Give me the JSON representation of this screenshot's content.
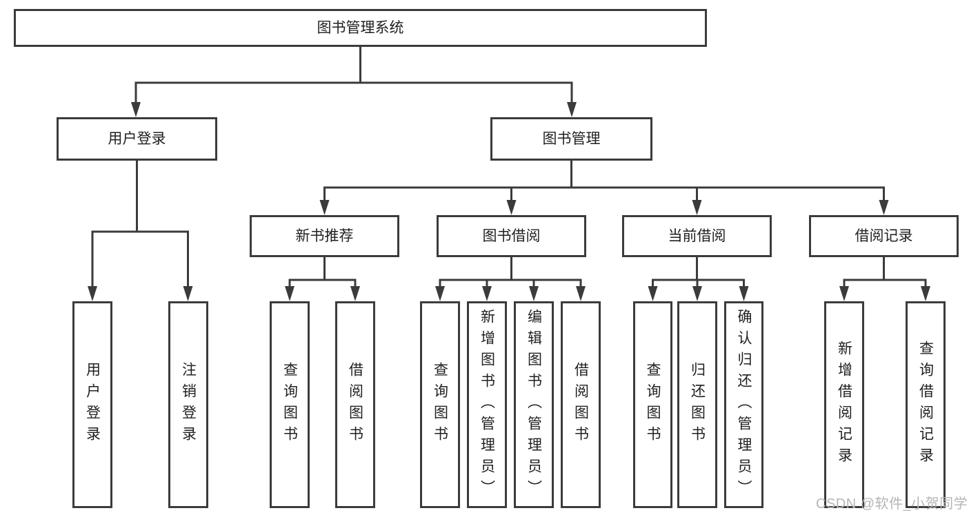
{
  "tree": {
    "label": "图书管理系统",
    "children": [
      {
        "label": "用户登录",
        "children": [
          {
            "label": "用户登录"
          },
          {
            "label": "注销登录"
          }
        ]
      },
      {
        "label": "图书管理",
        "children": [
          {
            "label": "新书推荐",
            "children": [
              {
                "label": "查询图书"
              },
              {
                "label": "借阅图书"
              }
            ]
          },
          {
            "label": "图书借阅",
            "children": [
              {
                "label": "查询图书"
              },
              {
                "label": "新增图书（管理员）"
              },
              {
                "label": "编辑图书（管理员）"
              },
              {
                "label": "借阅图书"
              }
            ]
          },
          {
            "label": "当前借阅",
            "children": [
              {
                "label": "查询图书"
              },
              {
                "label": "归还图书"
              },
              {
                "label": "确认归还（管理员）"
              }
            ]
          },
          {
            "label": "借阅记录",
            "children": [
              {
                "label": "新增借阅记录"
              },
              {
                "label": "查询借阅记录"
              }
            ]
          }
        ]
      }
    ]
  },
  "watermark": {
    "text": "CSDN @软件_小贺同学"
  },
  "colors": {
    "line": "#3b3b3b",
    "text": "#1f1f1f",
    "watermark": "#b5b5b5",
    "background": "#ffffff"
  }
}
